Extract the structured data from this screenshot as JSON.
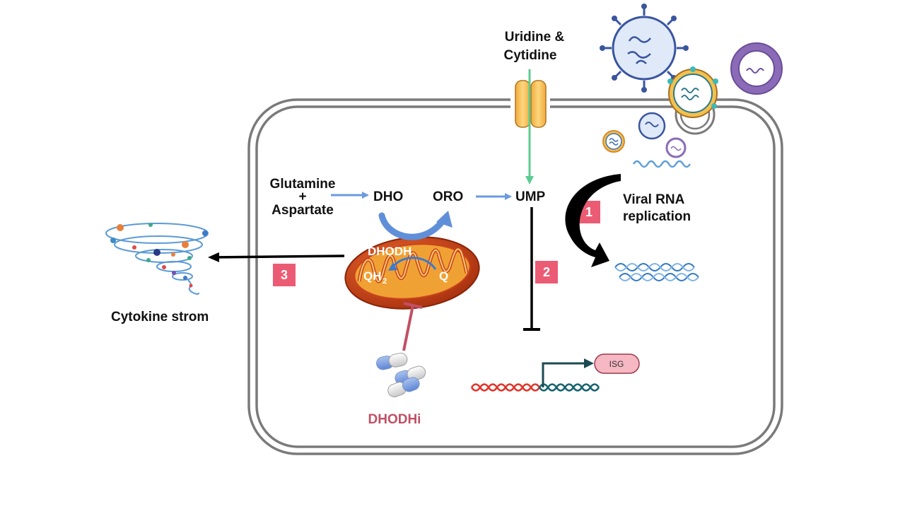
{
  "labels": {
    "uridine_line1": "Uridine &",
    "uridine_line2": "Cytidine",
    "glutamine": "Glutamine",
    "plus": "+",
    "aspartate": "Aspartate",
    "dho": "DHO",
    "oro": "ORO",
    "ump": "UMP",
    "dhodh": "DHODH",
    "qh2": "QH",
    "qh2_sub": "2",
    "q": "Q",
    "viral_line1": "Viral RNA",
    "viral_line2": "replication",
    "cytokine": "Cytokine strom",
    "dhodhi": "DHODHi",
    "isg": "ISG"
  },
  "badges": [
    "1",
    "2",
    "3"
  ],
  "colors": {
    "membrane": "#7a7a7a",
    "transport_arrow": "#5ccb8f",
    "pathway_arrow": "#6b9be0",
    "badge": "#eb5c74",
    "inhibitor": "#c05064",
    "mito_outer": "#c9431c",
    "mito_inner": "#f0a134",
    "channel": "#f7c35a",
    "dna_red": "#e0342a",
    "dna_teal": "#13626e",
    "isg_fill": "#f6b8c2"
  },
  "icons": [
    "coronavirus-icon",
    "dna-icon",
    "pill-icon",
    "mitochondrion-icon",
    "cytokine-spiral-icon",
    "membrane-channel-icon"
  ]
}
